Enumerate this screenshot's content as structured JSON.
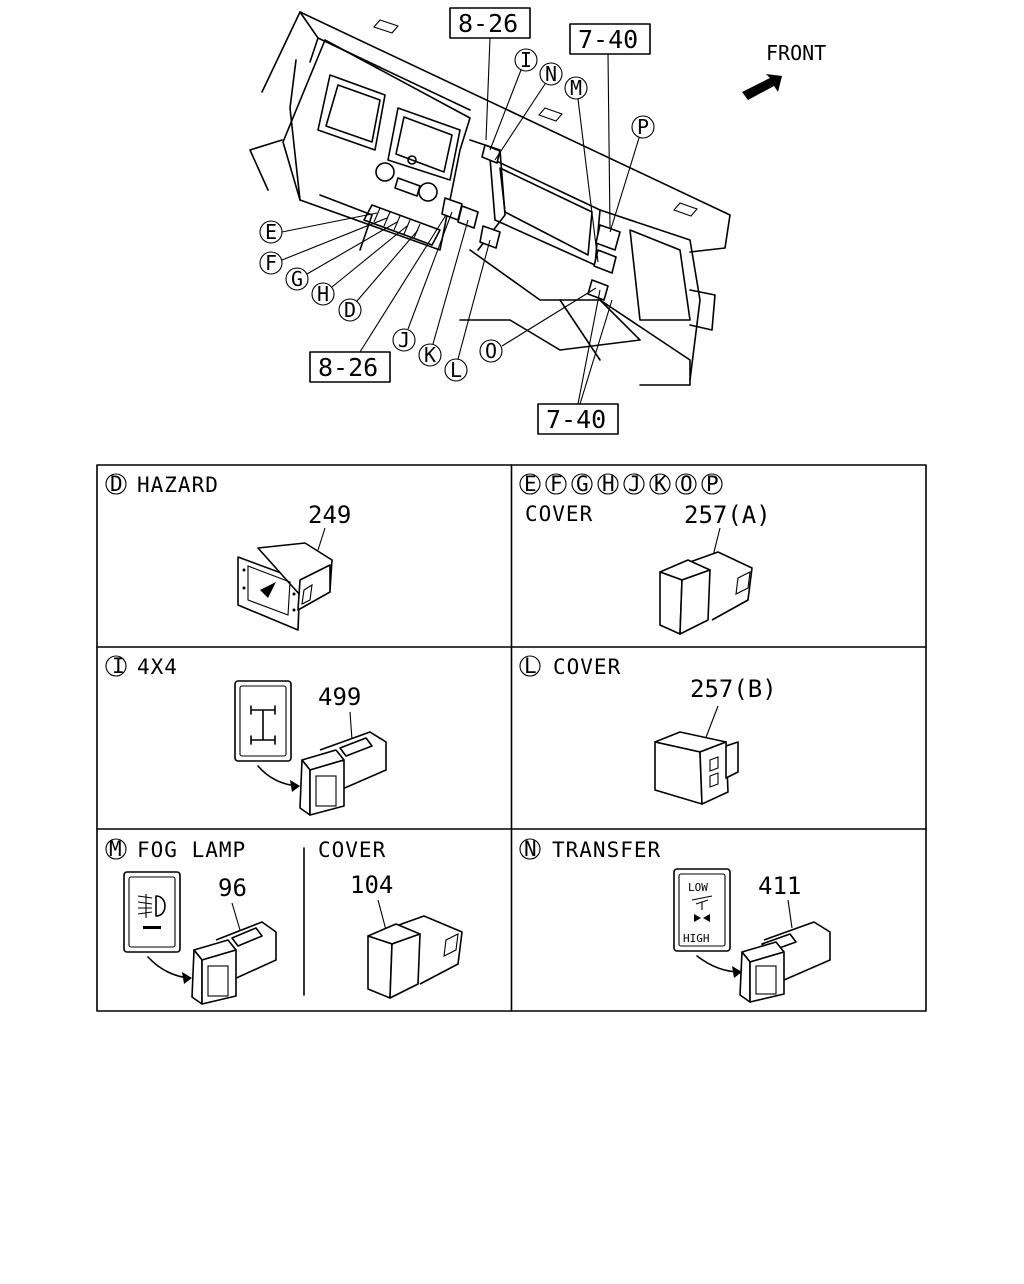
{
  "overview": {
    "front_label": "FRONT",
    "ref_boxes": [
      "8-26",
      "7-40",
      "8-26",
      "7-40"
    ],
    "callout_letters": [
      "I",
      "N",
      "M",
      "P",
      "E",
      "F",
      "G",
      "H",
      "D",
      "J",
      "K",
      "L",
      "O"
    ]
  },
  "panels": {
    "hazard": {
      "letter": "D",
      "title": "HAZARD",
      "part_no": "249"
    },
    "cover_a": {
      "letters": [
        "E",
        "F",
        "G",
        "H",
        "J",
        "K",
        "O",
        "P"
      ],
      "title": "COVER",
      "part_no": "257(A)"
    },
    "four_by_four": {
      "letter": "I",
      "title": "4X4",
      "part_no": "499"
    },
    "cover_b": {
      "letter": "L",
      "title": "COVER",
      "part_no": "257(B)"
    },
    "fog_lamp": {
      "letter": "M",
      "title": "FOG  LAMP",
      "part_no": "96"
    },
    "fog_cover": {
      "title": "COVER",
      "part_no": "104"
    },
    "transfer": {
      "letter": "N",
      "title": "TRANSFER",
      "part_no": "411",
      "label_low": "LOW",
      "label_high": "HIGH"
    }
  }
}
